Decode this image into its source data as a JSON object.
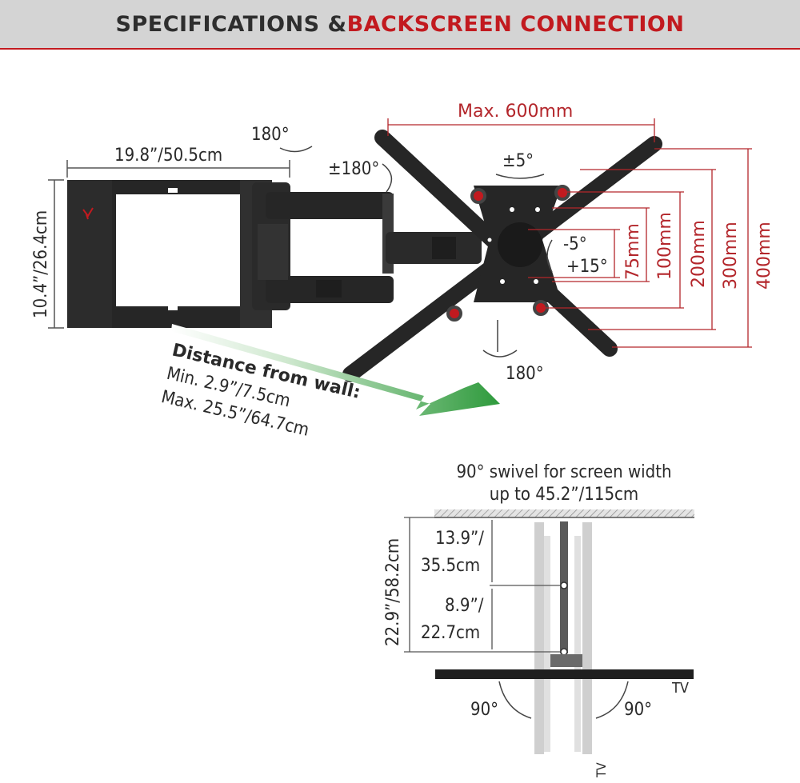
{
  "header": {
    "title_part1": "SPECIFICATIONS & ",
    "title_part2": "BACKSCREEN CONNECTION"
  },
  "dimensions": {
    "wall_width": "19.8”/50.5cm",
    "wall_height": "10.4”/26.4cm",
    "max_width": "Max. 600mm",
    "rot_top": "180°",
    "rot_arm": "±180°",
    "level": "±5°",
    "tilt_down": "-5°",
    "tilt_up": "+15°",
    "rot_bottom": "180°",
    "vesa": [
      "75mm",
      "100mm",
      "200mm",
      "300mm",
      "400mm"
    ]
  },
  "distance": {
    "title": "Distance from wall:",
    "min": "Min. 2.9”/7.5cm",
    "max": "Max. 25.5”/64.7cm"
  },
  "swivel": {
    "title_line1": "90° swivel for screen width",
    "title_line2": "up to 45.2”/115cm",
    "total_depth": "22.9”/58.2cm",
    "upper_line1": "13.9”/",
    "upper_line2": "35.5cm",
    "lower_line1": "8.9”/",
    "lower_line2": "22.7cm",
    "angle_left": "90°",
    "angle_right": "90°",
    "tv_label": "TV",
    "tv_label_rotated": "TV"
  },
  "colors": {
    "accent_red": "#c21a1f",
    "dimension_red": "#b3262b",
    "arrow_green": "#2e9a3c",
    "mount_black": "#262626",
    "banner_gray": "#d4d4d4"
  }
}
